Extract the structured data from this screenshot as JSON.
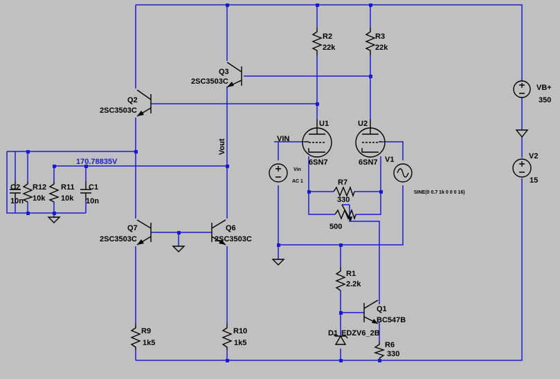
{
  "labels": {
    "r2_name": "R2",
    "r2_val": "22k",
    "r3_name": "R3",
    "r3_val": "22k",
    "q3_name": "Q3",
    "q3_part": "2SC3503C",
    "q2_name": "Q2",
    "q2_part": "2SC3503C",
    "u1_name": "U1",
    "u1_part": "6SN7",
    "u2_name": "U2",
    "u2_part": "6SN7",
    "vin_label": "VIN",
    "vout_label": "Vout",
    "vin_src": "Vin",
    "vin_src_val": "AC 1",
    "v1_name": "V1",
    "v1_val": "SINE(0 0.7 1k 0 0 0 16)",
    "r7_name": "R7",
    "r7_val": "330",
    "pot_val": "500",
    "vbplus_name": "VB+",
    "vbplus_val": "350",
    "v2_name": "V2",
    "v2_val": "15",
    "c2_name": "C2",
    "c2_val": "10n",
    "r12_name": "R12",
    "r12_val": "10k",
    "r11_name": "R11",
    "r11_val": "10k",
    "c1_name": "C1",
    "c1_val": "10n",
    "node_voltage": "170.78835V",
    "q7_name": "Q7",
    "q7_part": "2SC3503C",
    "q6_name": "Q6",
    "q6_part": "2SC3503C",
    "r1_name": "R1",
    "r1_val": "2.2k",
    "q1_name": "Q1",
    "q1_part": "BC547B",
    "d1_name": "D1",
    "d1_part": "EDZV6_2B",
    "r6_name": "R6",
    "r6_val": "330",
    "r9_name": "R9",
    "r9_val": "1k5",
    "r10_name": "R10",
    "r10_val": "1k5"
  }
}
